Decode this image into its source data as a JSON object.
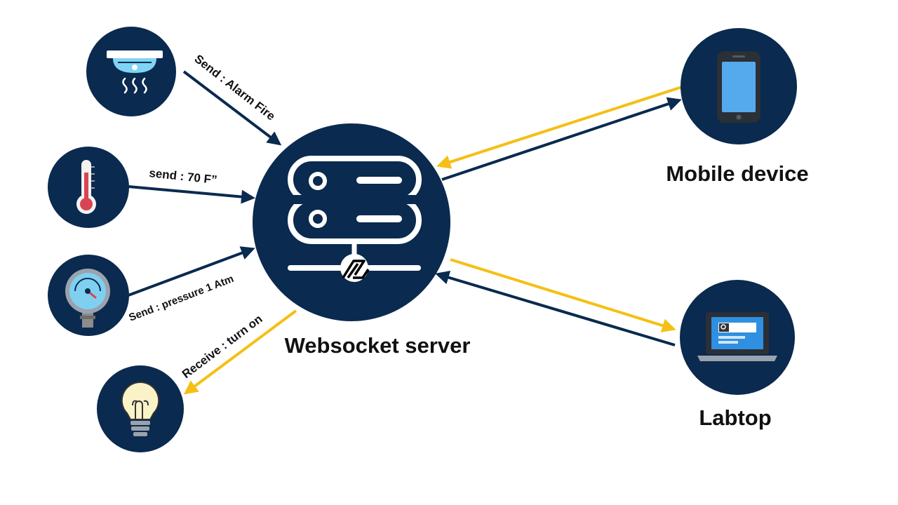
{
  "colors": {
    "node_fill": "#0a2a4f",
    "arrow_dark": "#0a2a4f",
    "arrow_yellow": "#f5bf14",
    "background": "#ffffff",
    "text": "#111111"
  },
  "server": {
    "label": "Websocket server",
    "icon": "server-network-icon"
  },
  "devices": {
    "smoke_detector": {
      "icon": "smoke-detector-icon"
    },
    "thermometer": {
      "icon": "thermometer-icon"
    },
    "pressure_gauge": {
      "icon": "pressure-gauge-icon"
    },
    "light_bulb": {
      "icon": "light-bulb-icon"
    },
    "mobile": {
      "label": "Mobile device",
      "icon": "mobile-phone-icon"
    },
    "laptop": {
      "label": "Labtop",
      "icon": "laptop-icon"
    }
  },
  "edges": {
    "alarm": "Send : Alarm  Fire",
    "temperature": "send : 70  F”",
    "pressure": "Send  : pressure   1 Atm",
    "receive": "Receive : turn on"
  }
}
